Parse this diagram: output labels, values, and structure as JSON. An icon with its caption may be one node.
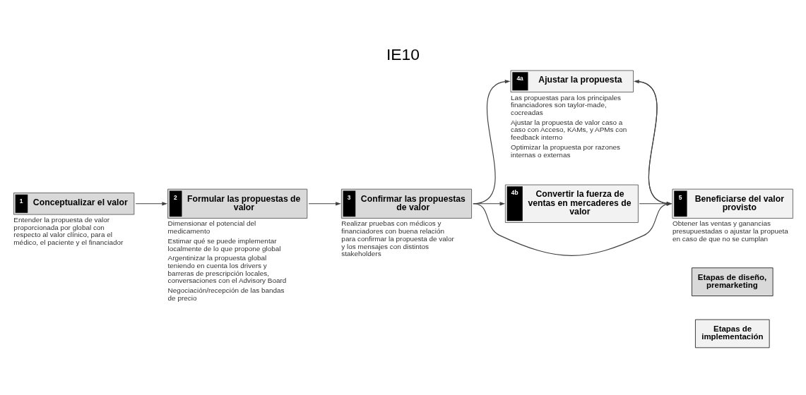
{
  "diagram": {
    "title": "IE10",
    "nodes": [
      {
        "text": [
          "1",
          "Conceptualizar el valor"
        ],
        "beside": [
          "Entender la propuesta de valor proporcionada por global con respecto al valor clínico, para el médico, el paciente y el financiador"
        ]
      },
      {
        "text": [
          "2",
          "Formular las propuestas de valor"
        ],
        "beside": [
          "Dimensionar el potencial del medicamento",
          "Estimar qué se puede implementar localmente de lo que propone global",
          "Argentinizar la propuesta global teniendo en cuenta los drivers y barreras de prescripción locales, conversaciones con el Advisory Board",
          "Negociación/recepción de las bandas de precio"
        ]
      },
      {
        "text": [
          "3",
          "Confirmar las propuestas de valor"
        ],
        "beside": [
          "Realizar pruebas con médicos y financiadores con buena relación para confirmar la propuesta de valor y los mensajes con distintos stakeholders"
        ]
      },
      {
        "text": [
          "4a",
          "Ajustar la propuesta"
        ],
        "beside": [
          "Las propuestas para los principales financiadores son taylor-made, cocreadas",
          "Ajustar la propuesta de valor caso a caso con Acceso, KAMs, y APMs con feedback interno",
          "Optimizar la propuesta por razones internas o externas"
        ]
      },
      {
        "text": [
          "4b",
          "Convertir la fuerza de ventas en mercaderes de valor"
        ]
      },
      {
        "text": [
          "5",
          "Beneficiarse del valor provisto"
        ],
        "beside": [
          "Obtener las ventas y ganancias presupuestadas o ajustar la propueta en caso de que no se cumplan"
        ]
      }
    ],
    "edges": [
      {
        "from": 0,
        "to": 1,
        "arrow": "to"
      },
      {
        "from": 1,
        "to": 2,
        "arrow": "to"
      },
      {
        "from": 2,
        "to": 3,
        "arrow": "to"
      },
      {
        "from": 2,
        "to": 4,
        "arrow": "to"
      },
      {
        "from": 2,
        "to": 5,
        "arrow": "to"
      },
      {
        "from": 3,
        "to": 5,
        "arrow": "to"
      },
      {
        "from": 4,
        "to": 5,
        "arrow": "to"
      },
      {
        "from": 5,
        "to": 3,
        "arrow": "to"
      }
    ],
    "legend": [
      {
        "text": "Etapas de diseño, premarketing",
        "color": "#d9d9d9"
      },
      {
        "text": "Etapas de implementación",
        "color": "#f2f2f2"
      }
    ]
  }
}
